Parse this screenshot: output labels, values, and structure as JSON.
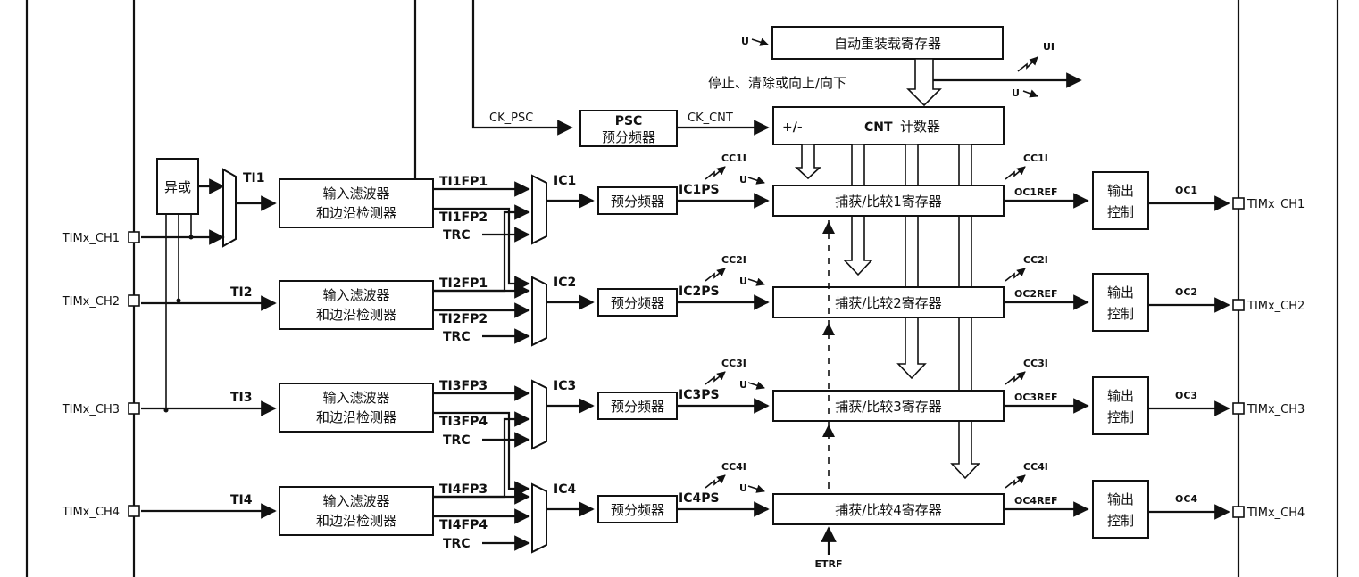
{
  "blocks": {
    "autoreload": "自动重装载寄存器",
    "stop_clear": "停止、清除或向上/向下",
    "psc_top": "PSC",
    "psc_bottom": "预分频器",
    "cnt_pm": "+/-",
    "cnt_label": "CNT",
    "cnt_suffix": "计数器",
    "xor": "异或",
    "filter_line1": "输入滤波器",
    "filter_line2": "和边沿检测器",
    "prescaler": "预分频器",
    "ccr": [
      "捕获/比较1寄存器",
      "捕获/比较2寄存器",
      "捕获/比较3寄存器",
      "捕获/比较4寄存器"
    ],
    "out_line1": "输出",
    "out_line2": "控制"
  },
  "signals": {
    "ck_psc": "CK_PSC",
    "ck_cnt": "CK_CNT",
    "u": "U",
    "ui": "UI",
    "ti": [
      "TI1",
      "TI2",
      "TI3",
      "TI4"
    ],
    "tifp": [
      "TI1FP1",
      "TI1FP2",
      "TI2FP1",
      "TI2FP2",
      "TI3FP3",
      "TI3FP4",
      "TI4FP3",
      "TI4FP4"
    ],
    "trc": "TRC",
    "ic": [
      "IC1",
      "IC2",
      "IC3",
      "IC4"
    ],
    "icps": [
      "IC1PS",
      "IC2PS",
      "IC3PS",
      "IC4PS"
    ],
    "cci": [
      "CC1I",
      "CC2I",
      "CC3I",
      "CC4I"
    ],
    "ocref": [
      "OC1REF",
      "OC2REF",
      "OC3REF",
      "OC4REF"
    ],
    "oc": [
      "OC1",
      "OC2",
      "OC3",
      "OC4"
    ],
    "etrf": "ETRF"
  },
  "pins": {
    "left": [
      "TIMx_CH1",
      "TIMx_CH2",
      "TIMx_CH3",
      "TIMx_CH4"
    ],
    "right": [
      "TIMx_CH1",
      "TIMx_CH2",
      "TIMx_CH3",
      "TIMx_CH4"
    ]
  }
}
